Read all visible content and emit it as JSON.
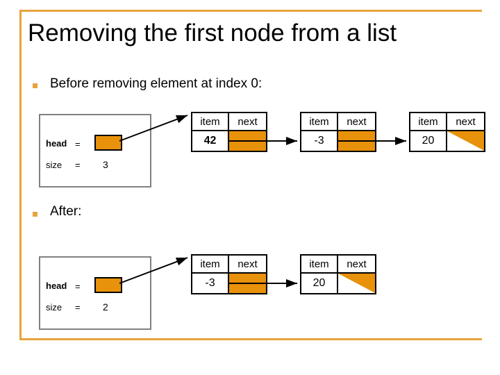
{
  "slide": {
    "title": "Removing the first node from a list",
    "bullets": [
      {
        "marker": "square-bullet",
        "text": "Before removing element at index 0:"
      },
      {
        "marker": "square-bullet",
        "text": "After:"
      }
    ]
  },
  "colors": {
    "accent": "#E8A33D",
    "node_fill": "#E8910A",
    "box_border": "#808080",
    "text": "#000000"
  },
  "before": {
    "list_box": {
      "head_label": "head",
      "head_equals": "=",
      "head_value_icon": "pointer-swatch",
      "size_label": "size",
      "size_equals": "=",
      "size_value": "3"
    },
    "nodes": [
      {
        "item_header": "item",
        "next_header": "next",
        "item_value": "42",
        "next_style": "filled"
      },
      {
        "item_header": "item",
        "next_header": "next",
        "item_value": "-3",
        "next_style": "filled"
      },
      {
        "item_header": "item",
        "next_header": "next",
        "item_value": "20",
        "next_style": "diagonal-null"
      }
    ]
  },
  "after": {
    "list_box": {
      "head_label": "head",
      "head_equals": "=",
      "head_value_icon": "pointer-swatch",
      "size_label": "size",
      "size_equals": "=",
      "size_value": "2"
    },
    "nodes": [
      {
        "item_header": "item",
        "next_header": "next",
        "item_value": "-3",
        "next_style": "filled"
      },
      {
        "item_header": "item",
        "next_header": "next",
        "item_value": "20",
        "next_style": "diagonal-null"
      }
    ]
  }
}
